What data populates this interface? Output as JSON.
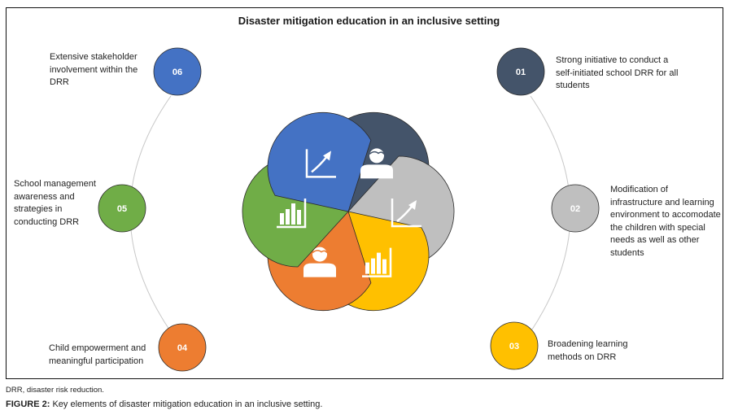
{
  "title": "Disaster mitigation education in an inclusive setting",
  "colors": {
    "01": "#44546a",
    "02": "#bfbfbf",
    "03": "#ffc000",
    "04": "#ed7d31",
    "05": "#70ad47",
    "06": "#4472c4"
  },
  "items": [
    {
      "number": "01",
      "text": "Strong initiative to conduct a self-initiated school DRR for all students",
      "petal_icon": "person-icon"
    },
    {
      "number": "02",
      "text": "Modification of infrastructure and learning environment to accomodate the children with special needs as well as other students",
      "petal_icon": "growth-chart-icon"
    },
    {
      "number": "03",
      "text": "Broadening learning methods on DRR",
      "petal_icon": "bar-chart-icon"
    },
    {
      "number": "04",
      "text": "Child empowerment and meaningful participation",
      "petal_icon": "person-icon"
    },
    {
      "number": "05",
      "text": "School management awareness and strategies in conducting DRR",
      "petal_icon": "bar-chart-icon"
    },
    {
      "number": "06",
      "text": "Extensive stakeholder involvement within the DRR",
      "petal_icon": "growth-chart-icon"
    }
  ],
  "note": "DRR, disaster risk reduction.",
  "caption": {
    "label": "FIGURE 2:",
    "text": " Key elements of disaster mitigation education in an inclusive setting."
  }
}
